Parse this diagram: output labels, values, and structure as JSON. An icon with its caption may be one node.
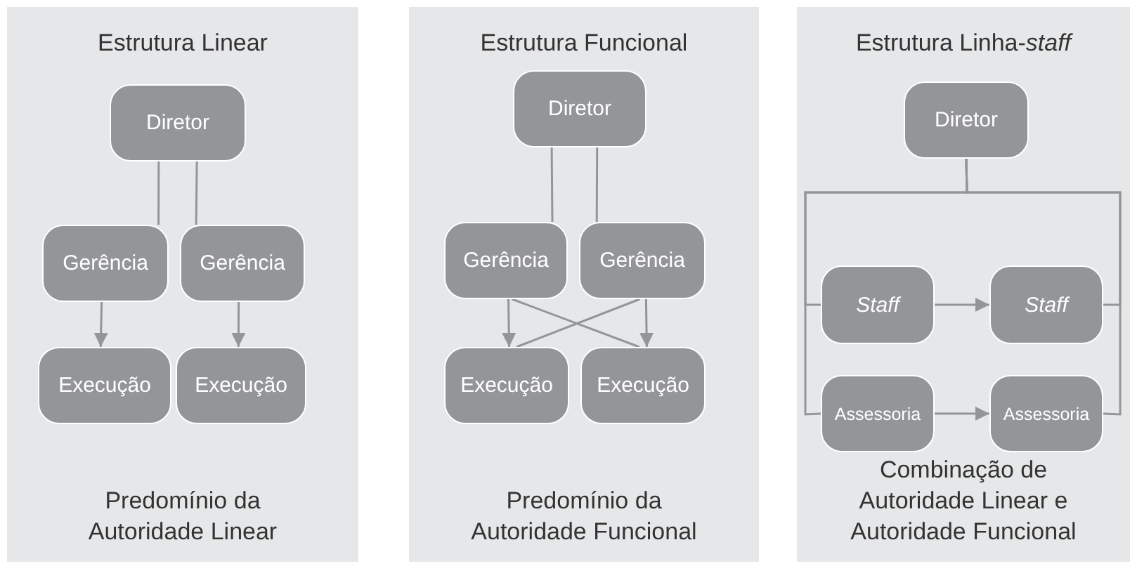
{
  "diagram": {
    "nodes": [
      {
        "text": [
          "Estrutura Linear",
          "Predomínio da Autoridade Linear"
        ]
      },
      {
        "text": [
          "Diretor"
        ],
        "in": 0
      },
      {
        "text": [
          "Gerência"
        ],
        "in": 0
      },
      {
        "text": [
          "Gerência"
        ],
        "in": 0
      },
      {
        "text": [
          "Execução"
        ],
        "in": 0
      },
      {
        "text": [
          "Execução"
        ],
        "in": 0
      },
      {
        "text": [
          "Estrutura Funcional",
          "Predomínio da Autoridade Funcional"
        ]
      },
      {
        "text": [
          "Diretor"
        ],
        "in": 6
      },
      {
        "text": [
          "Gerência"
        ],
        "in": 6
      },
      {
        "text": [
          "Gerência"
        ],
        "in": 6
      },
      {
        "text": [
          "Execução"
        ],
        "in": 6
      },
      {
        "text": [
          "Execução"
        ],
        "in": 6
      },
      {
        "text": [
          "Estrutura Linha-*staff*",
          "Combinação de Autoridade Linear e Autoridade Funcional"
        ]
      },
      {
        "text": [
          "Diretor"
        ],
        "in": 12
      },
      {
        "text": [
          "Staff"
        ],
        "in": 12
      },
      {
        "text": [
          "Staff"
        ],
        "in": 12
      },
      {
        "text": [
          "Assessoria"
        ],
        "in": 12
      },
      {
        "text": [
          "Assessoria"
        ],
        "in": 12
      }
    ],
    "edges": [
      {
        "from": 1,
        "to": 2,
        "arrow": "none"
      },
      {
        "from": 1,
        "to": 3,
        "arrow": "none"
      },
      {
        "from": 2,
        "to": 4,
        "arrow": "to"
      },
      {
        "from": 3,
        "to": 5,
        "arrow": "to"
      },
      {
        "from": 7,
        "to": 8,
        "arrow": "none"
      },
      {
        "from": 7,
        "to": 9,
        "arrow": "none"
      },
      {
        "from": 8,
        "to": 10,
        "arrow": "to"
      },
      {
        "from": 9,
        "to": 11,
        "arrow": "to"
      },
      {
        "from": 8,
        "to": 11,
        "arrow": "none"
      },
      {
        "from": 9,
        "to": 10,
        "arrow": "none"
      },
      {
        "from": 13,
        "to": 14,
        "arrow": "none"
      },
      {
        "from": 13,
        "to": 16,
        "arrow": "none"
      },
      {
        "from": 13,
        "to": 15,
        "arrow": "none"
      },
      {
        "from": 13,
        "to": 17,
        "arrow": "none"
      },
      {
        "from": 14,
        "to": 15,
        "arrow": "to"
      },
      {
        "from": 16,
        "to": 17,
        "arrow": "to"
      }
    ]
  }
}
